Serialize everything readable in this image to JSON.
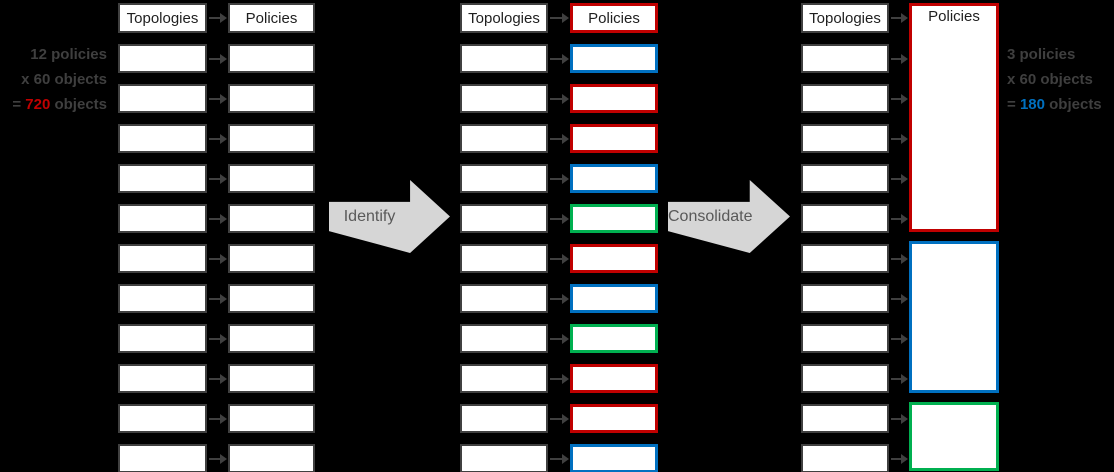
{
  "colors": {
    "red": "#C00000",
    "blue": "#0070C0",
    "green": "#00B050",
    "box_border": "#404040",
    "arrow": "#404040",
    "big_arrow_fill": "#D6D6D6",
    "big_arrow_text": "#595959",
    "annotation_text": "#3F3F3F",
    "header_text": "#1F1F1F",
    "background": "#000000"
  },
  "left_panel": {
    "topologies_header": "Topologies",
    "policies_header": "Policies",
    "row_count": 11,
    "annotation": {
      "line1": "12 policies",
      "line2": "x 60 objects",
      "line3_prefix": "= ",
      "line3_value": "720",
      "line3_suffix": " objects",
      "value_color": "red"
    }
  },
  "identify_arrow": {
    "label": "Identify"
  },
  "middle_panel": {
    "topologies_header": "Topologies",
    "policies_header": "Policies",
    "policies_header_color": "red",
    "policy_row_colors": [
      "blue",
      "red",
      "red",
      "blue",
      "green",
      "red",
      "blue",
      "green",
      "red",
      "red",
      "blue"
    ]
  },
  "consolidate_arrow": {
    "label": "Consolidate"
  },
  "right_panel": {
    "topologies_header": "Topologies",
    "policies_header": "Policies",
    "row_count": 11,
    "policy_group_colors": [
      "red",
      "blue",
      "green"
    ],
    "annotation": {
      "line1": "3 policies",
      "line2": "x 60 objects",
      "line3_prefix": "= ",
      "line3_value": "180",
      "line3_suffix": " objects",
      "value_color": "blue"
    }
  }
}
